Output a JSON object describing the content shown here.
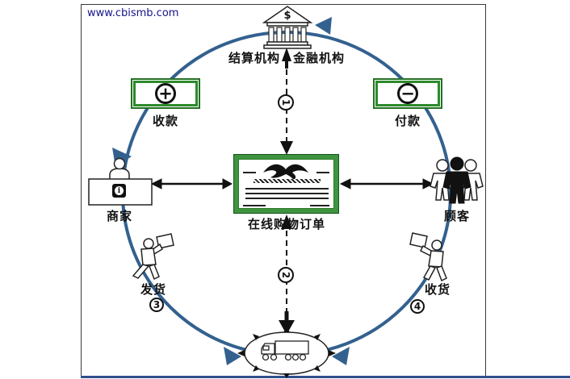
{
  "watermark": "www.cbismb.com",
  "colors": {
    "green_border": "#237023",
    "green_frame": "#3f943f",
    "blue_arc": "#33618f",
    "watermark_text": "#15158a",
    "bottom_rule": "#30508c"
  },
  "bank": {
    "label_left": "结算机构",
    "label_right": "金融机构",
    "dollar_sign": "$"
  },
  "boxes": {
    "receive_payment": {
      "label": "收款",
      "sign": "+"
    },
    "payment": {
      "label": "付款",
      "sign": "−"
    }
  },
  "order": {
    "label": "在线购物订单"
  },
  "merchant": {
    "label": "商家",
    "info_glyph": "i"
  },
  "customer": {
    "label": "顾客"
  },
  "shipping": {
    "label": "发货",
    "step": "3"
  },
  "receiving": {
    "label": "收货",
    "step": "4"
  },
  "flow_steps": {
    "step1": "1",
    "step2": "2"
  }
}
